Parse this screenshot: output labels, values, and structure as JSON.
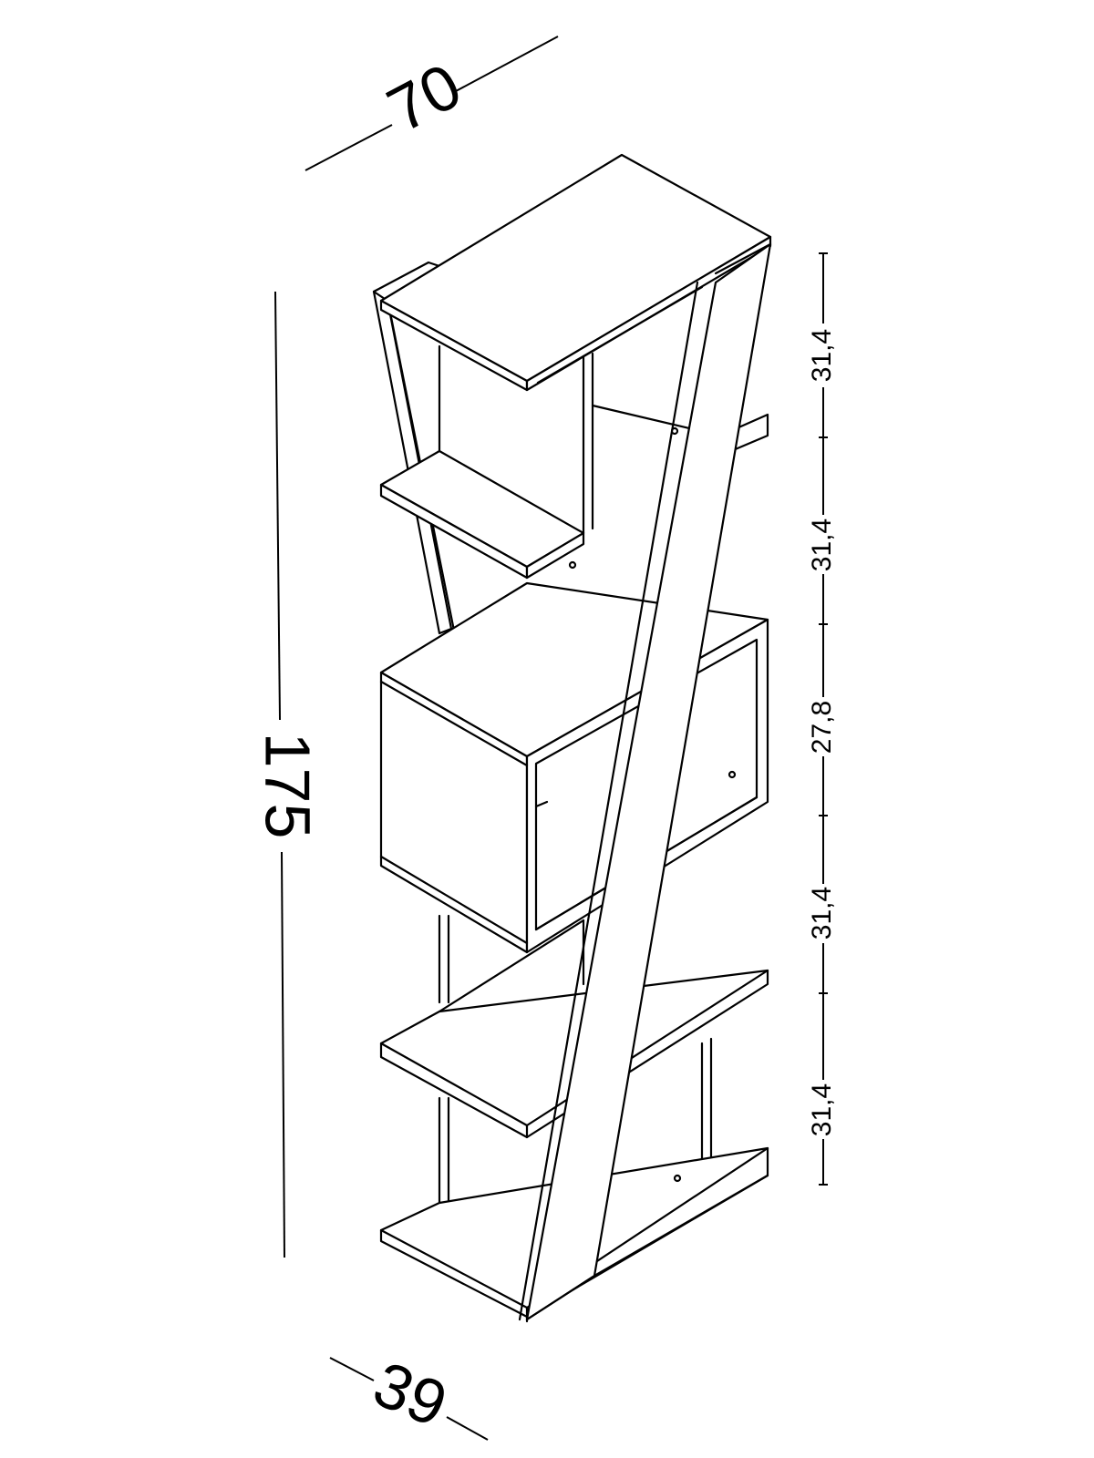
{
  "dimensions": {
    "width": "70",
    "height": "175",
    "depth": "39",
    "shelf_spacings": [
      "31,4",
      "31,4",
      "27,8",
      "31,4",
      "31,4"
    ]
  }
}
